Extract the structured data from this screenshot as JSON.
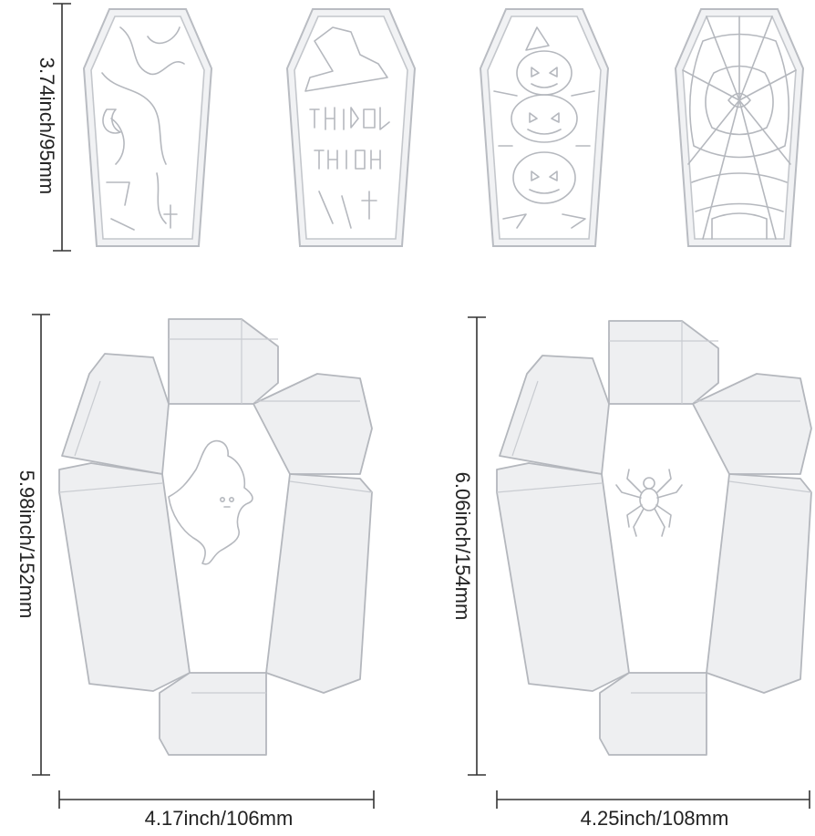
{
  "dimensions": {
    "small_dies_height": "3.74inch/95mm",
    "ghost_box_height": "5.98inch/152mm",
    "ghost_box_width": "4.17inch/106mm",
    "spider_box_height": "6.06inch/154mm",
    "spider_box_width": "4.25inch/108mm"
  },
  "small_dies": [
    {
      "motif": "witch-tree-graveyard"
    },
    {
      "motif": "witch-hat-trick-or-treat"
    },
    {
      "motif": "stacked-pumpkins"
    },
    {
      "motif": "spider-web"
    }
  ],
  "coffin_boxes": [
    {
      "motif": "ghost"
    },
    {
      "motif": "spider"
    }
  ],
  "colors": {
    "die_fill": "#f1f2f4",
    "die_stroke": "#b9bcc2",
    "dimension_line": "#333333",
    "background": "#ffffff"
  }
}
